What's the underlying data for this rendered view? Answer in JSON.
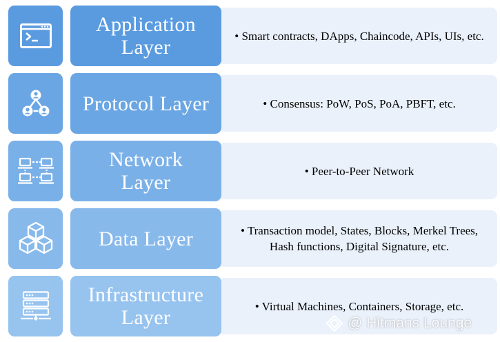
{
  "layers": [
    {
      "name": "Application\nLayer",
      "icon": "terminal-window-icon",
      "description": "• Smart contracts, DApps, Chaincode, APIs, UIs, etc."
    },
    {
      "name": "Protocol Layer",
      "icon": "nodes-consensus-icon",
      "description": "• Consensus: PoW, PoS, PoA, PBFT, etc."
    },
    {
      "name": "Network\nLayer",
      "icon": "network-computers-icon",
      "description": "• Peer-to-Peer Network"
    },
    {
      "name": "Data Layer",
      "icon": "blocks-cubes-icon",
      "description": "• Transaction model, States, Blocks, Merkel Trees, Hash functions, Digital Signature, etc."
    },
    {
      "name": "Infrastructure\nLayer",
      "icon": "server-rack-icon",
      "description": "• Virtual Machines, Containers, Storage, etc."
    }
  ],
  "watermark": {
    "text": "@ Hitmans Lounge",
    "icon": "logo-diamond-icon"
  },
  "colors": {
    "application": "#5a9be0",
    "protocol": "#6aa6e4",
    "network": "#7ab0e8",
    "data": "#88b9eb",
    "infrastructure": "#97c3ef",
    "description_bg": "#eaf1fb"
  }
}
